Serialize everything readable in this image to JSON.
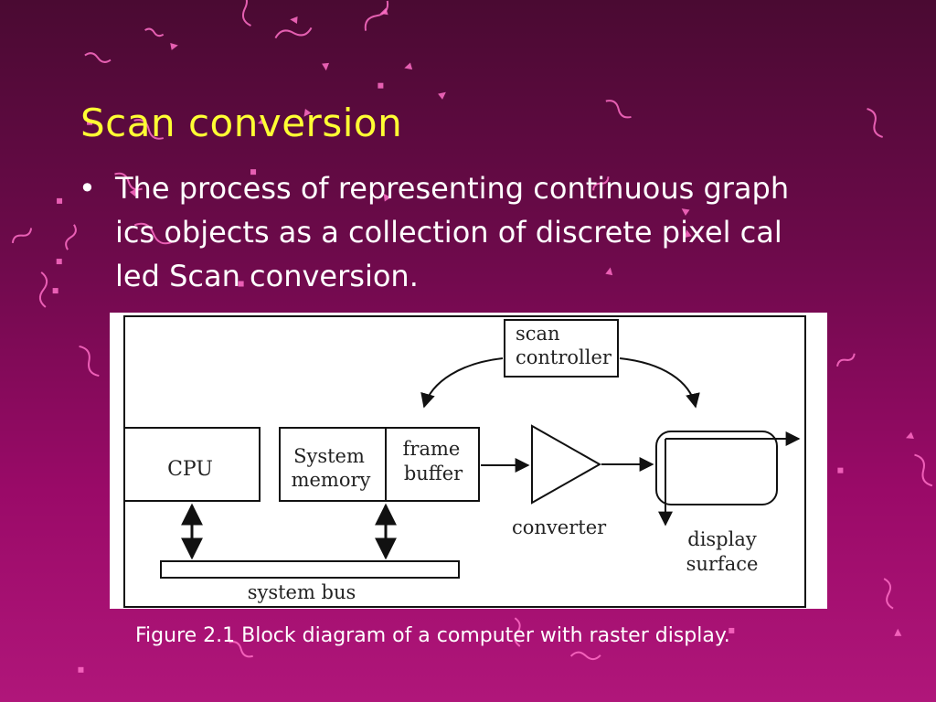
{
  "slide": {
    "title": "Scan conversion",
    "bullet_symbol": "•",
    "bullet_lines": [
      "The process of representing continuous graph",
      "ics objects as a collection of discrete pixel cal",
      "led Scan conversion."
    ],
    "caption": "Figure 2.1 Block diagram of a computer with raster display."
  },
  "diagram": {
    "cpu_label": "CPU",
    "system_memory_label": [
      "System",
      "memory"
    ],
    "frame_buffer_label": [
      "frame",
      "buffer"
    ],
    "scan_controller_label": [
      "scan",
      "controller"
    ],
    "converter_label": "converter",
    "display_surface_label": [
      "display",
      "surface"
    ],
    "system_bus_label": "system bus"
  },
  "colors": {
    "title": "#ffff33",
    "body_text": "#ffffff",
    "background_top": "#4a0a32",
    "background_bottom": "#b0167a",
    "confetti": "#ff6ec7"
  }
}
